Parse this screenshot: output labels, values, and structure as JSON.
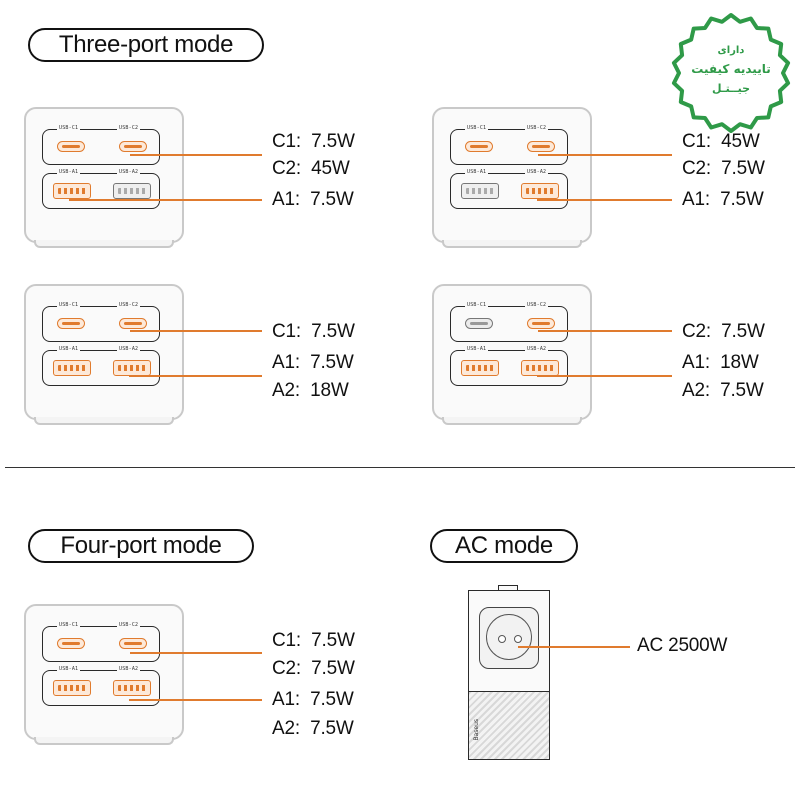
{
  "headings": {
    "three_port": "Three-port mode",
    "four_port": "Four-port mode",
    "ac": "AC mode"
  },
  "port_labels": {
    "c1": "USB-C1",
    "c2": "USB-C2",
    "a1": "USB-A1",
    "a2": "USB-A2"
  },
  "configs": [
    {
      "active": [
        "c1",
        "c2",
        "a1"
      ],
      "specs": [
        {
          "port": "C1:",
          "watt": "7.5W"
        },
        {
          "port": "C2:",
          "watt": "45W"
        },
        {
          "port": "A1:",
          "watt": "7.5W"
        }
      ]
    },
    {
      "active": [
        "c1",
        "c2",
        "a2"
      ],
      "specs": [
        {
          "port": "C1:",
          "watt": "45W"
        },
        {
          "port": "C2:",
          "watt": "7.5W"
        },
        {
          "port": "A1:",
          "watt": "7.5W"
        }
      ]
    },
    {
      "active": [
        "c1",
        "c2",
        "a1",
        "a2"
      ],
      "specs": [
        {
          "port": "C1:",
          "watt": "7.5W"
        },
        {
          "port": "A1:",
          "watt": "7.5W"
        },
        {
          "port": "A2:",
          "watt": "18W"
        }
      ]
    },
    {
      "active": [
        "c2",
        "a1",
        "a2"
      ],
      "specs": [
        {
          "port": "C2:",
          "watt": "7.5W"
        },
        {
          "port": "A1:",
          "watt": "18W"
        },
        {
          "port": "A2:",
          "watt": "7.5W"
        }
      ]
    },
    {
      "active": [
        "c1",
        "c2",
        "a1",
        "a2"
      ],
      "specs": [
        {
          "port": "C1:",
          "watt": "7.5W"
        },
        {
          "port": "C2:",
          "watt": "7.5W"
        },
        {
          "port": "A1:",
          "watt": "7.5W"
        },
        {
          "port": "A2:",
          "watt": "7.5W"
        }
      ]
    }
  ],
  "ac_spec": "AC 2500W",
  "ac_brand": "Baseus",
  "seal": {
    "line1": "دارای",
    "line2": "تاییدیه کیفیت",
    "line3": "جیــتـل"
  },
  "colors": {
    "accent": "#e07b2e",
    "seal": "#2f9a48",
    "ink": "#111111"
  }
}
